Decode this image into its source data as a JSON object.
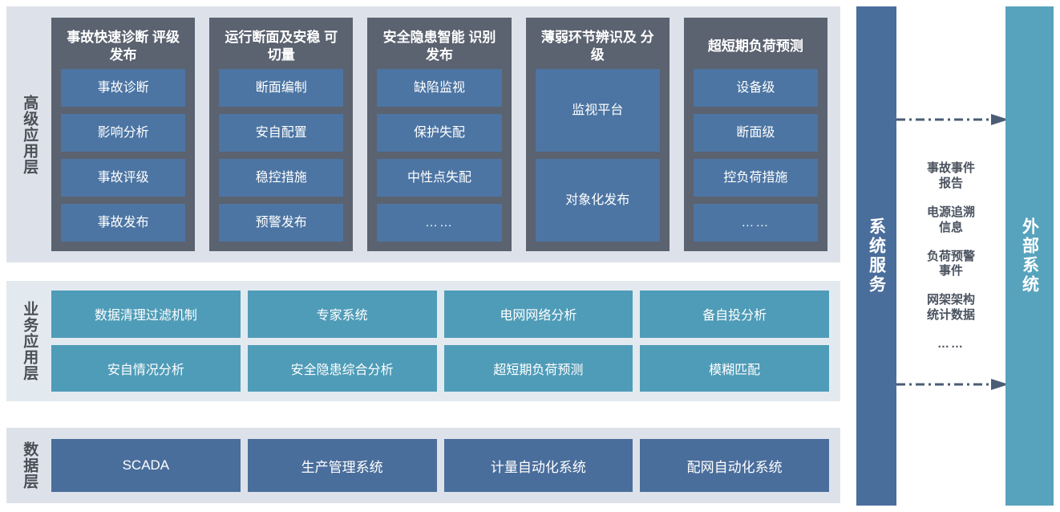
{
  "theme": {
    "panel_bg_gray": "#dde2ea",
    "panel_bg_blue": "#e2eaf0",
    "column_dark": "#5b6270",
    "item_blue": "#4c75a3",
    "item_teal": "#4f9cb8",
    "item_navy": "#4a6e9c",
    "bar_navy": "#4a6e9c",
    "bar_teal": "#57a3bd",
    "text_dark": "#4b5360",
    "arrow_color": "#4b5d76"
  },
  "layers": [
    {
      "id": "advanced-application-layer",
      "label": "高级应用层",
      "columns": [
        {
          "title": "事故快速诊断\n评级发布",
          "items": [
            "事故诊断",
            "影响分析",
            "事故评级",
            "事故发布"
          ]
        },
        {
          "title": "运行断面及安稳\n可切量",
          "items": [
            "断面编制",
            "安自配置",
            "稳控措施",
            "预警发布"
          ]
        },
        {
          "title": "安全隐患智能\n识别发布",
          "items": [
            "缺陷监视",
            "保护失配",
            "中性点失配",
            "……"
          ]
        },
        {
          "title": "薄弱环节辨识及\n分级",
          "items": [
            "监视平台",
            "对象化发布"
          ]
        },
        {
          "title": "超短期负荷预测",
          "items": [
            "设备级",
            "断面级",
            "控负荷措施",
            "……"
          ]
        }
      ]
    },
    {
      "id": "business-application-layer",
      "label": "业务应用层",
      "rows": [
        [
          "数据清理过滤机制",
          "专家系统",
          "电网网络分析",
          "备自投分析"
        ],
        [
          "安自情况分析",
          "安全隐患综合分析",
          "超短期负荷预测",
          "模糊匹配"
        ]
      ]
    },
    {
      "id": "data-layer",
      "label": "数据层",
      "items": [
        "SCADA",
        "生产管理系统",
        "计量自动化系统",
        "配网自动化系统"
      ]
    }
  ],
  "right_panel": {
    "service_bar_label": "系统服务",
    "external_bar_label": "外部系统",
    "flow_labels": [
      "事故事件\n报告",
      "电源追溯\n信息",
      "负荷预警\n事件",
      "网架架构\n统计数据"
    ],
    "flow_ellipsis": "……",
    "arrows": [
      {
        "name": "arrow-top",
        "direction": "right",
        "style": "dash-dot"
      },
      {
        "name": "arrow-bottom",
        "direction": "right",
        "style": "dash-dot"
      }
    ]
  }
}
